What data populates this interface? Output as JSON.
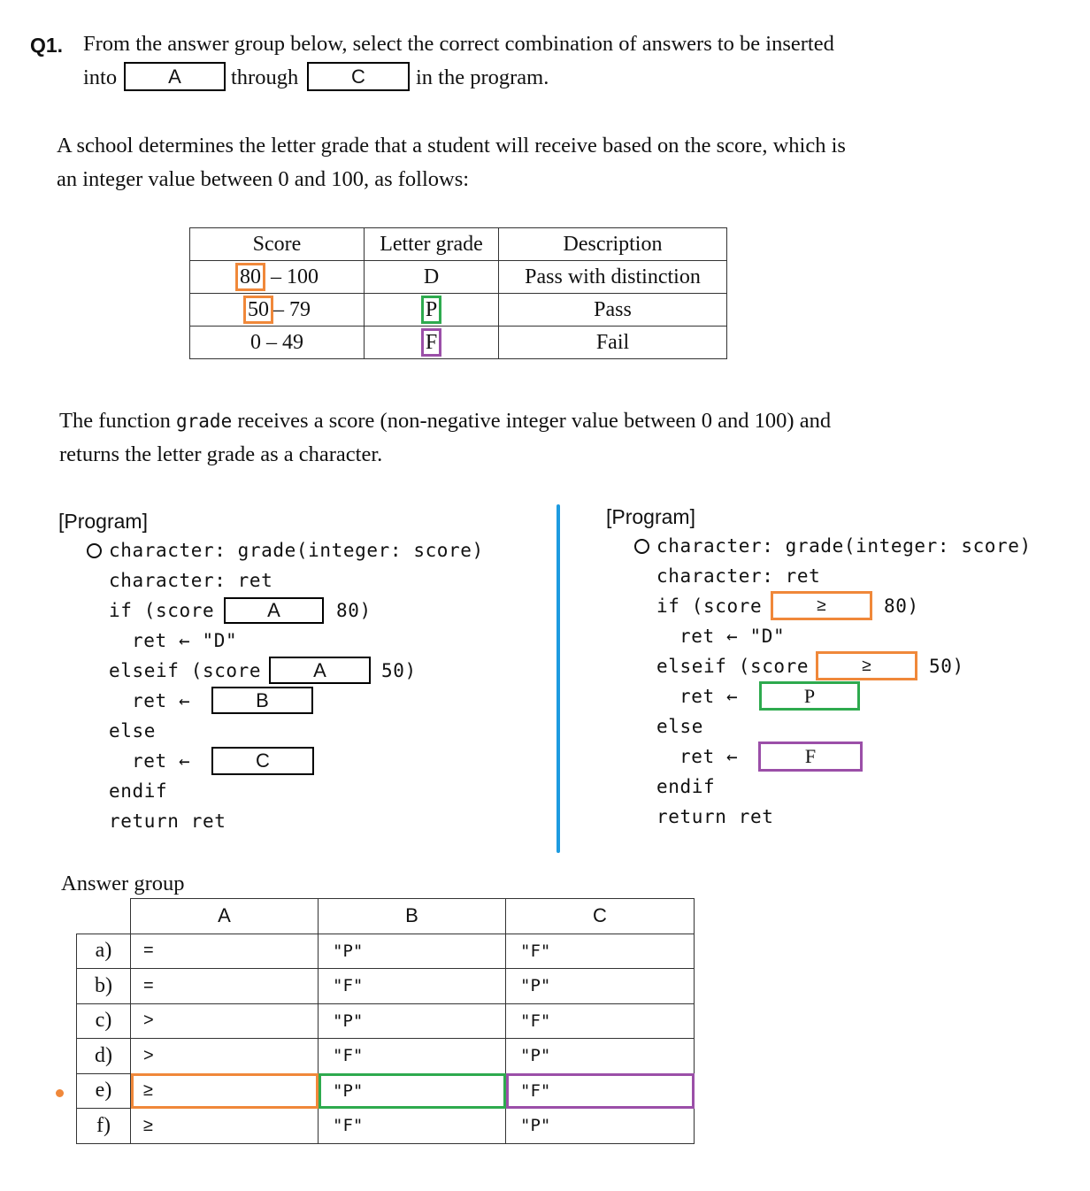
{
  "question": {
    "number": "Q1.",
    "line1": "From the answer group below, select the correct combination of answers to be inserted",
    "into": "into",
    "box_a": "A",
    "through": "through",
    "box_c": "C",
    "in_program": "in the program."
  },
  "intro": {
    "line1": "A school determines the letter grade that a student will receive based on the score, which is",
    "line2": "an integer value between 0 and 100, as follows:"
  },
  "grade_table": {
    "headers": [
      "Score",
      "Letter grade",
      "Description"
    ],
    "rows": [
      {
        "low": "80",
        "high": " – 100",
        "grade": "D",
        "desc": "Pass with distinction"
      },
      {
        "low": "50",
        "high": "– 79",
        "grade": "P",
        "desc": "Pass"
      },
      {
        "low": "",
        "high": "0 – 49",
        "grade": "F",
        "desc": "Fail"
      }
    ]
  },
  "func_desc": {
    "line1_pre": "The function ",
    "line1_code": "grade",
    "line1_post": " receives a score (non-negative integer value between 0 and 100) and",
    "line2": "returns the letter grade as a character."
  },
  "program_left": {
    "title": "[Program]",
    "sig": "character: grade(integer: score)",
    "decl": "character: ret",
    "if_pre": "if (score",
    "if_box": "A",
    "if_post": "80)",
    "ret_d": "ret ← \"D\"",
    "elseif_pre": "elseif (score",
    "elseif_box": "A",
    "elseif_post": "50)",
    "ret_b_pre": "ret ←",
    "ret_b_box": "B",
    "else": "else",
    "ret_c_pre": "ret ←",
    "ret_c_box": "C",
    "endif": "endif",
    "return": "return ret"
  },
  "program_right": {
    "title": "[Program]",
    "sig": "character: grade(integer: score)",
    "decl": "character: ret",
    "if_pre": "if (score",
    "if_box": "≥",
    "if_post": "80)",
    "ret_d": "ret ← \"D\"",
    "elseif_pre": "elseif (score",
    "elseif_box": "≥",
    "elseif_post": "50)",
    "ret_b_pre": "ret ←",
    "ret_b_box": "P",
    "else": "else",
    "ret_c_pre": "ret ←",
    "ret_c_box": "F",
    "endif": "endif",
    "return": "return ret"
  },
  "answer_group": {
    "title": "Answer group",
    "headers": [
      "A",
      "B",
      "C"
    ],
    "rows": [
      {
        "label": "a)",
        "a": "=",
        "b": "\"P\"",
        "c": "\"F\""
      },
      {
        "label": "b)",
        "a": "=",
        "b": "\"F\"",
        "c": "\"P\""
      },
      {
        "label": "c)",
        "a": ">",
        "b": "\"P\"",
        "c": "\"F\""
      },
      {
        "label": "d)",
        "a": ">",
        "b": "\"F\"",
        "c": "\"P\""
      },
      {
        "label": "e)",
        "a": "≥",
        "b": "\"P\"",
        "c": "\"F\""
      },
      {
        "label": "f)",
        "a": "≥",
        "b": "\"F\"",
        "c": "\"P\""
      }
    ],
    "selected_row": "e)"
  },
  "colors": {
    "orange": "#f0883a",
    "green": "#2eaa4e",
    "purple": "#9b4fa8",
    "divider": "#1e9be0"
  }
}
